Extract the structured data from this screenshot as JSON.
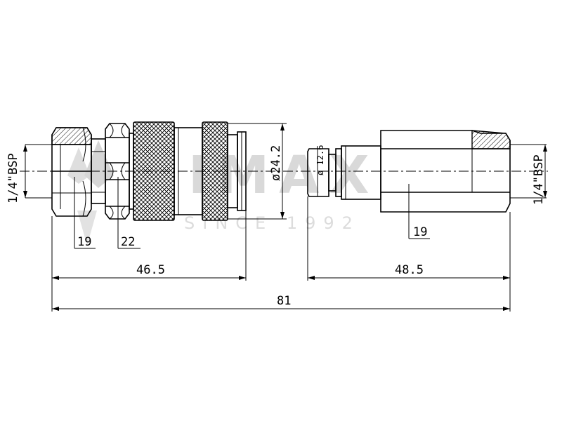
{
  "watermark": {
    "brand": "IMAX",
    "tagline": "SINCE 1992"
  },
  "dimensions": {
    "thread_left": "1/4\"BSP",
    "thread_right": "1/4\"BSP",
    "hex_left_1": "19",
    "hex_left_2": "22",
    "hex_right": "19",
    "diameter_outer": "ø24.2",
    "diameter_nipple": "ø 12.6",
    "length_coupler": "46.5",
    "length_nipple": "48.5",
    "length_total": "81"
  }
}
